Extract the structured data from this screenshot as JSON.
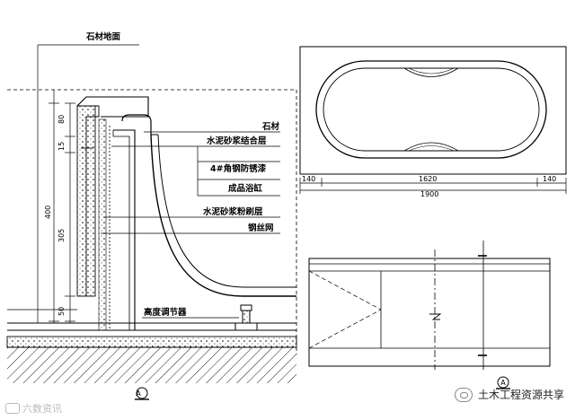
{
  "section_labels": {
    "floor_finish": "石材地面",
    "stone": "石材",
    "cement_mortar_bond": "水泥砂浆结合层",
    "angle_steel": "4#角钢防锈漆",
    "bathtub": "成品浴缸",
    "cement_mortar_plaster": "水泥砂浆粉刷层",
    "steel_mesh": "钢丝网",
    "height_adjuster": "高度调节器"
  },
  "dimensions_vertical": {
    "d1": "80",
    "d2": "15",
    "d3": "400",
    "d4": "305",
    "d5": "50"
  },
  "dimensions_plan": {
    "left": "140",
    "middle": "1620",
    "right": "140",
    "total": "1900"
  },
  "section_mark": "A",
  "watermark_right": "土木工程资源共享",
  "watermark_left": "六数资讯",
  "colors": {
    "line": "#000000",
    "watermark": "#222222"
  }
}
